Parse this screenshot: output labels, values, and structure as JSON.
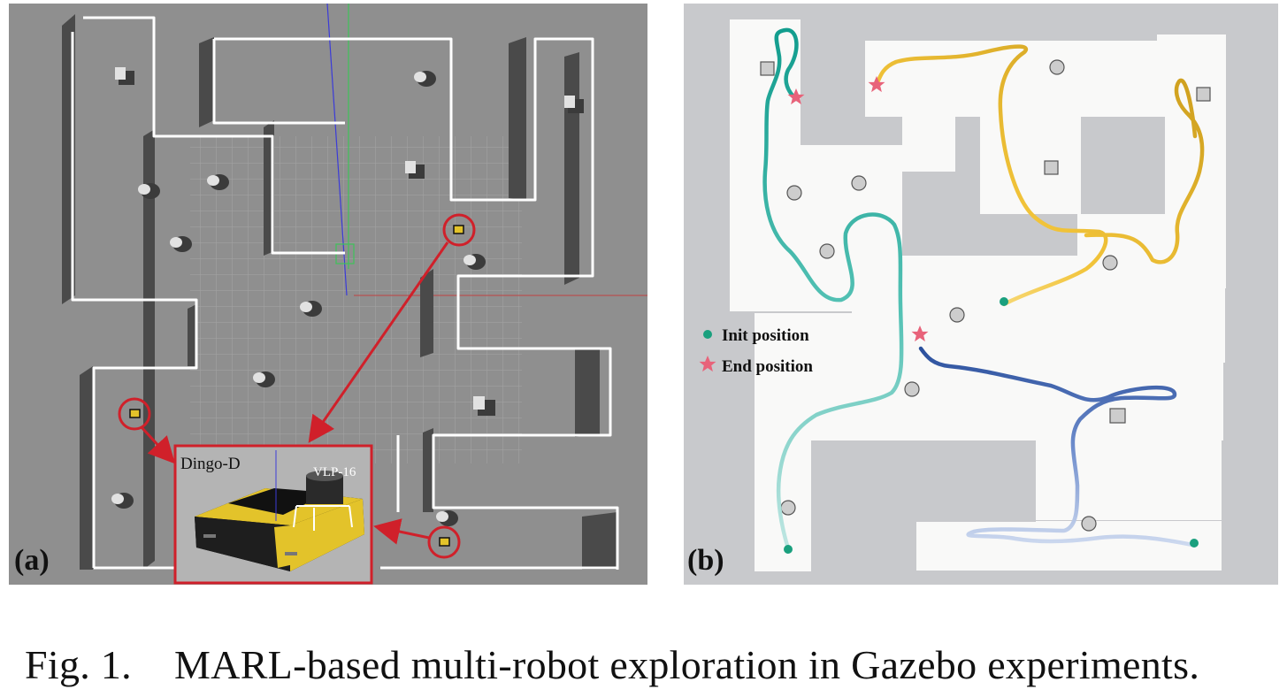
{
  "panel_a": {
    "label": "(a)",
    "inset": {
      "robot_name": "Dingo-D",
      "sensor_name": "VLP-16"
    },
    "colors": {
      "floor": "#8f8f8f",
      "wall_top": "#ffffff",
      "wall_side": "#4a4a4a",
      "highlight": "#d0202a",
      "robot_body": "#e3c32a"
    }
  },
  "panel_b": {
    "label": "(b)",
    "legend": {
      "init_label": "Init position",
      "end_label": "End position"
    },
    "colors": {
      "background": "#c8c9cc",
      "free_space": "#f9f9f8",
      "teal_path": "#1aa89a",
      "gold_path": "#e2a91c",
      "blue_path": "#2f59a6",
      "init_marker": "#1aa07e",
      "end_marker": "#e8637a"
    }
  },
  "caption": {
    "number": "Fig. 1.",
    "text": "MARL-based multi-robot exploration in Gazebo experiments."
  }
}
